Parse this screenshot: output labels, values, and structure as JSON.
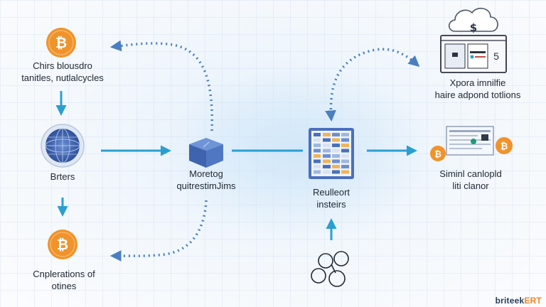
{
  "nodes": {
    "top_left": {
      "line1": "Chirs blousdro",
      "line2": "tanitles, nutlalcycles"
    },
    "mid_left": {
      "line1": "Brters"
    },
    "bottom_left": {
      "line1": "Cnplerations of",
      "line2": "otines"
    },
    "center": {
      "line1": "Moretog",
      "line2": "quitrestimJims"
    },
    "center_right": {
      "line1": "Reulleort",
      "line2": "insteirs"
    },
    "top_right": {
      "line1": "Xpora imnilfie",
      "line2": "haire adpond totlions"
    },
    "mid_right": {
      "line1": "Siminl canlopld",
      "line2": "liti clanor"
    }
  },
  "icons": {
    "coin_symbol": "₿",
    "dollar_symbol": "$",
    "browser_digit": "5"
  },
  "colors": {
    "arrow": "#2a9fd0",
    "dashed_arrow": "#4a7fc0",
    "coin": "#f0932b",
    "panel_blue": "#4a70bd"
  },
  "brand": {
    "main": "briteek",
    "accent": "ERT"
  }
}
